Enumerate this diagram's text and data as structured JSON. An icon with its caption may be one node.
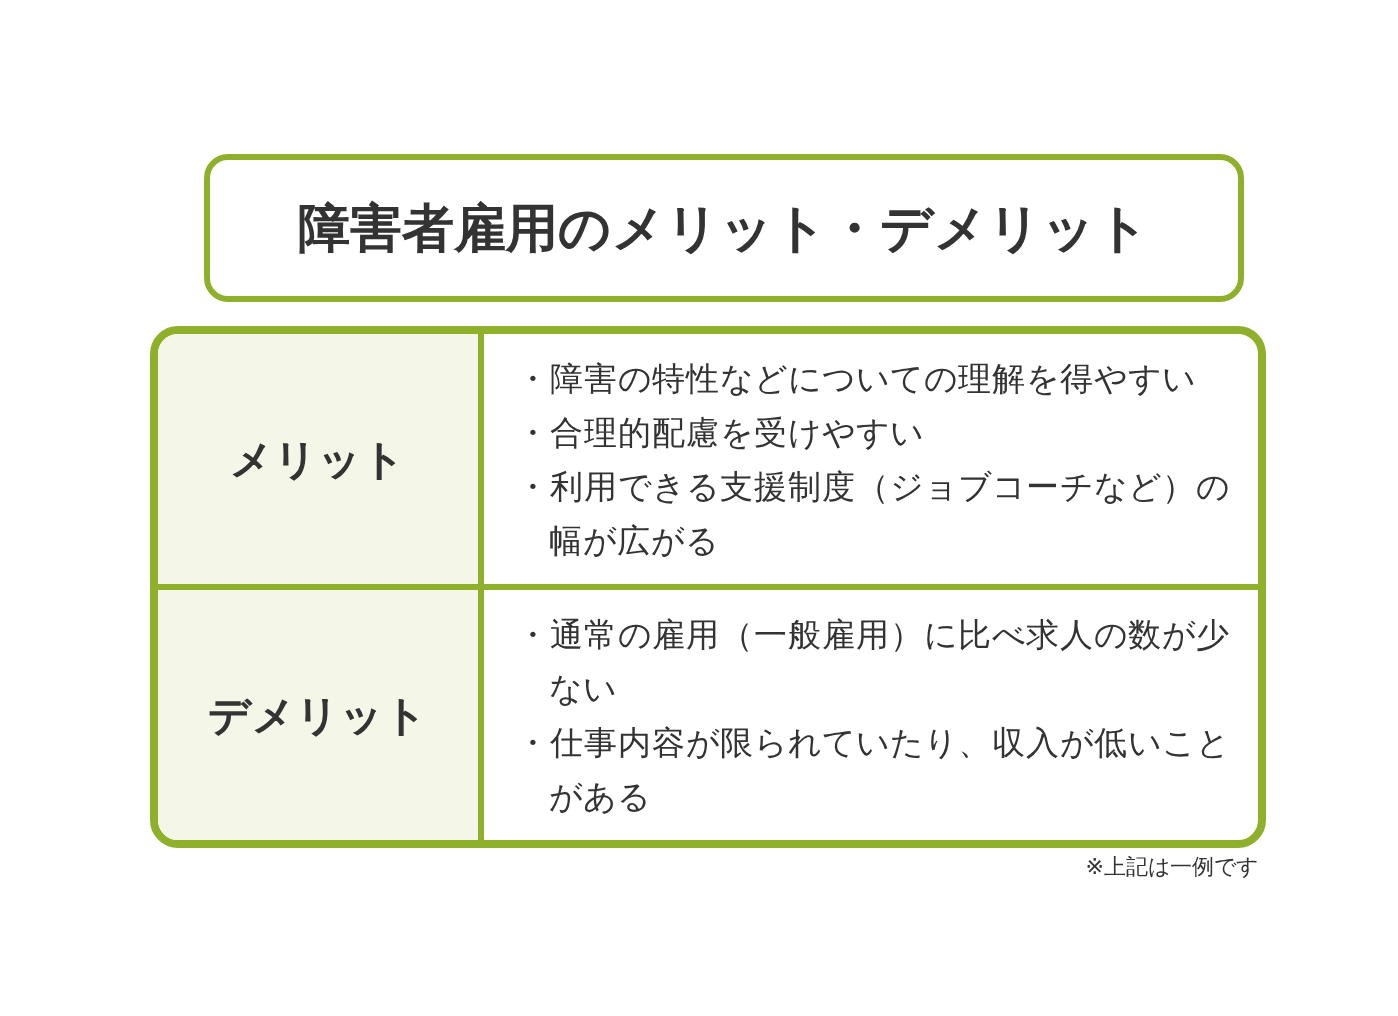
{
  "diagram": {
    "title": "障害者雇用のメリット・デメリット",
    "labels": [
      "メリット",
      "・障害の特性などについての理解を得やすい",
      "・合理的配慮を受けやすい",
      "・利用できる支援制度（ジョブコーチなど）の幅が広がる",
      "デメリット",
      "・通常の雇用（一般雇用）に比べ求人の数が少ない",
      "・仕事内容が限られていたり、収入が低いことがある",
      "※上記は一例です"
    ]
  }
}
